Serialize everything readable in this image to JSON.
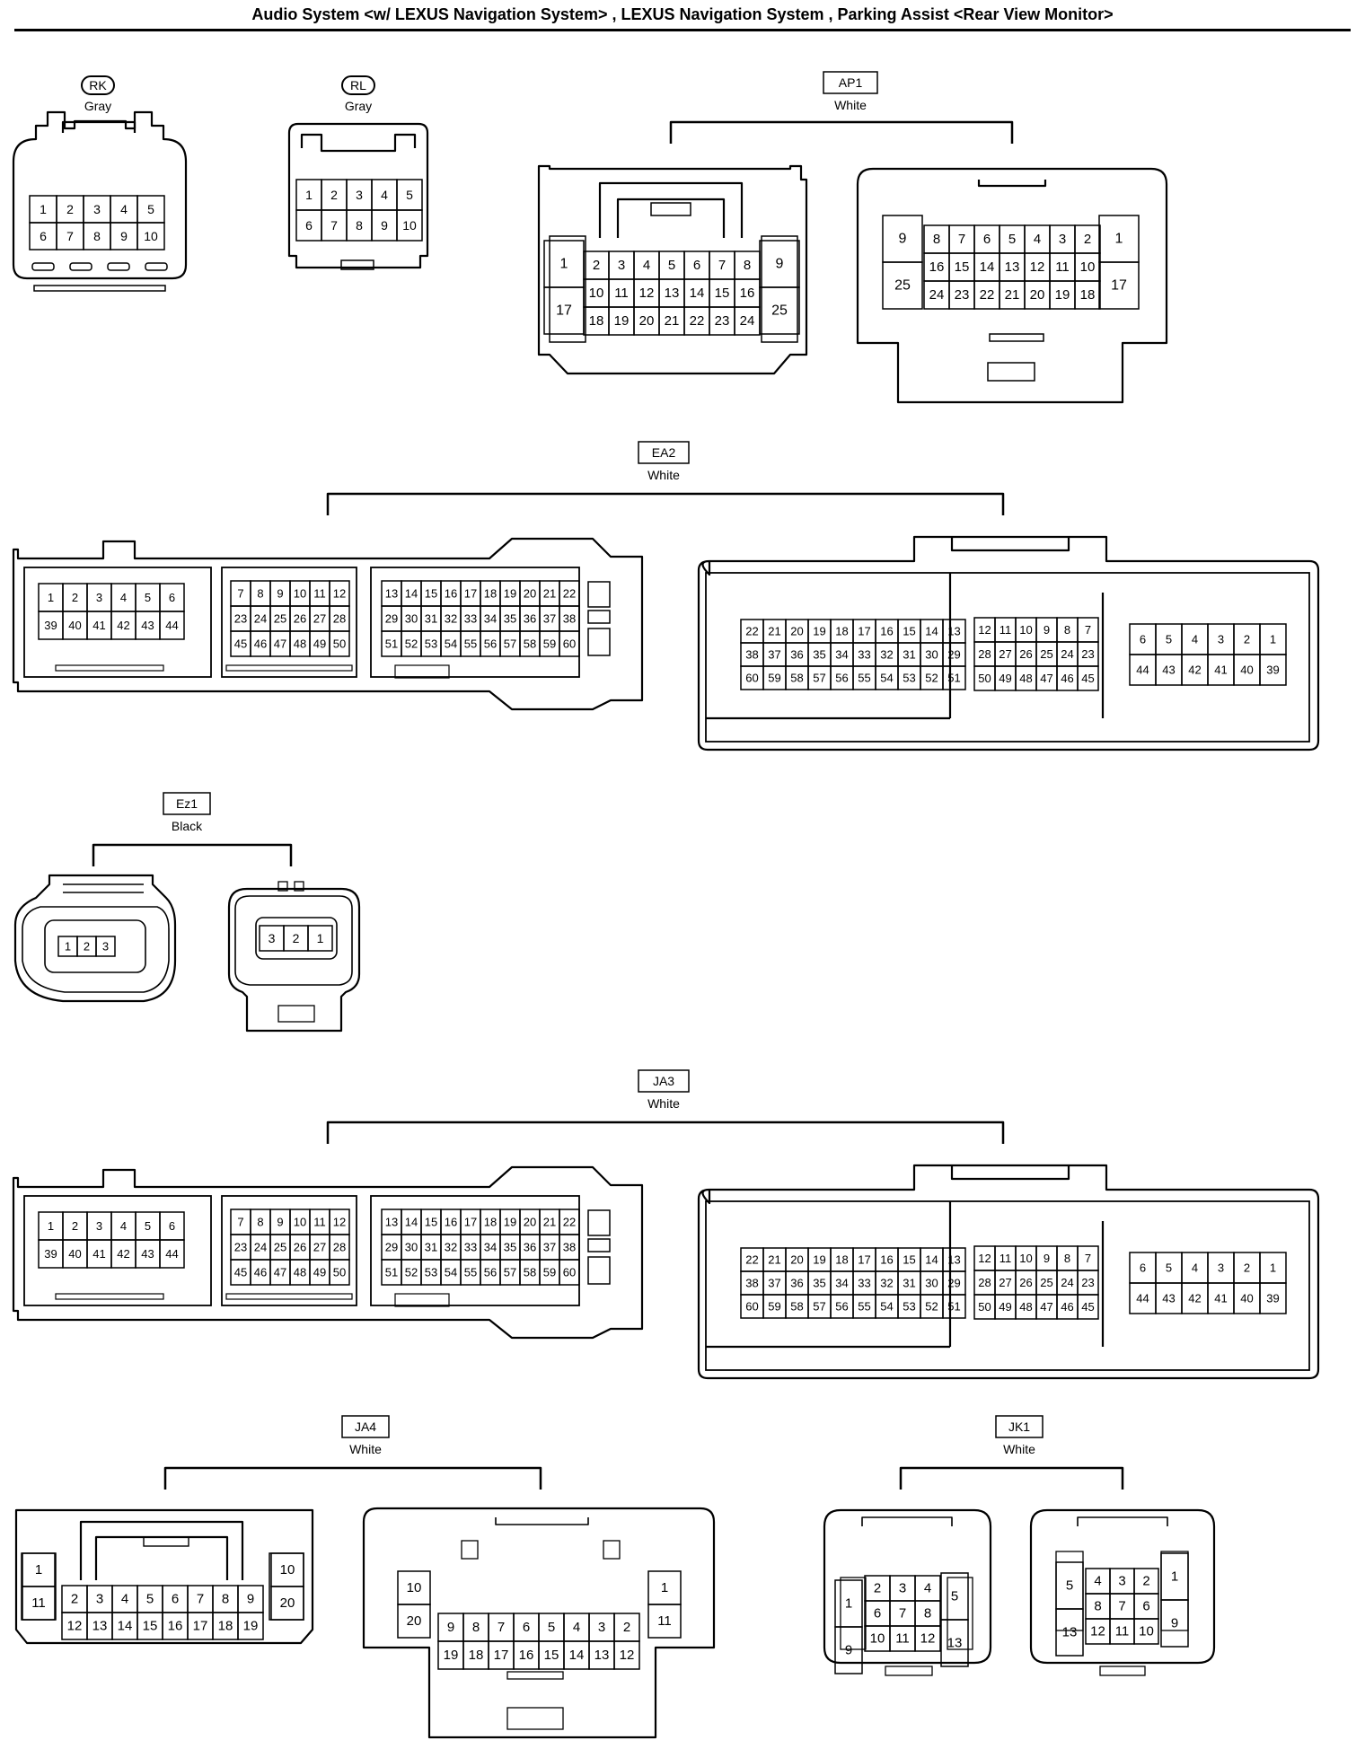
{
  "page": {
    "title": "Audio System <w/ LEXUS Navigation System> , LEXUS Navigation System , Parking Assist <Rear View Monitor>"
  },
  "connectors": [
    {
      "code": "RK",
      "color": "Gray"
    },
    {
      "code": "RL",
      "color": "Gray"
    },
    {
      "code": "AP1",
      "color": "White"
    },
    {
      "code": "EA2",
      "color": "White"
    },
    {
      "code": "Ez1",
      "color": "Black"
    },
    {
      "code": "JA3",
      "color": "White"
    },
    {
      "code": "JA4",
      "color": "White"
    },
    {
      "code": "JK1",
      "color": "White"
    }
  ],
  "pins": {
    "rk": [
      [
        "1",
        "2",
        "3",
        "4",
        "5"
      ],
      [
        "6",
        "7",
        "8",
        "9",
        "10"
      ]
    ],
    "rl": [
      [
        "1",
        "2",
        "3",
        "4",
        "5"
      ],
      [
        "6",
        "7",
        "8",
        "9",
        "10"
      ]
    ],
    "ap1_left": {
      "grid": [
        [
          "2",
          "3",
          "4",
          "5",
          "6",
          "7",
          "8"
        ],
        [
          "10",
          "11",
          "12",
          "13",
          "14",
          "15",
          "16"
        ],
        [
          "18",
          "19",
          "20",
          "21",
          "22",
          "23",
          "24"
        ]
      ],
      "side_left": [
        "1",
        "17"
      ],
      "side_right": [
        "9",
        "25"
      ]
    },
    "ap1_right": {
      "grid": [
        [
          "8",
          "7",
          "6",
          "5",
          "4",
          "3",
          "2"
        ],
        [
          "16",
          "15",
          "14",
          "13",
          "12",
          "11",
          "10"
        ],
        [
          "24",
          "23",
          "22",
          "21",
          "20",
          "19",
          "18"
        ]
      ],
      "side_left": [
        "9",
        "25"
      ],
      "side_right": [
        "1",
        "17"
      ]
    },
    "big_left": {
      "a": [
        [
          "1",
          "2",
          "3",
          "4",
          "5",
          "6"
        ],
        [
          "39",
          "40",
          "41",
          "42",
          "43",
          "44"
        ]
      ],
      "b": [
        [
          "7",
          "8",
          "9",
          "10",
          "11",
          "12"
        ],
        [
          "23",
          "24",
          "25",
          "26",
          "27",
          "28"
        ],
        [
          "45",
          "46",
          "47",
          "48",
          "49",
          "50"
        ]
      ],
      "c": [
        [
          "13",
          "14",
          "15",
          "16",
          "17",
          "18",
          "19",
          "20",
          "21",
          "22"
        ],
        [
          "29",
          "30",
          "31",
          "32",
          "33",
          "34",
          "35",
          "36",
          "37",
          "38"
        ],
        [
          "51",
          "52",
          "53",
          "54",
          "55",
          "56",
          "57",
          "58",
          "59",
          "60"
        ]
      ]
    },
    "big_right": {
      "a": [
        [
          "22",
          "21",
          "20",
          "19",
          "18",
          "17",
          "16",
          "15",
          "14",
          "13"
        ],
        [
          "38",
          "37",
          "36",
          "35",
          "34",
          "33",
          "32",
          "31",
          "30",
          "29"
        ],
        [
          "60",
          "59",
          "58",
          "57",
          "56",
          "55",
          "54",
          "53",
          "52",
          "51"
        ]
      ],
      "b": [
        [
          "12",
          "11",
          "10",
          "9",
          "8",
          "7"
        ],
        [
          "28",
          "27",
          "26",
          "25",
          "24",
          "23"
        ],
        [
          "50",
          "49",
          "48",
          "47",
          "46",
          "45"
        ]
      ],
      "c": [
        [
          "6",
          "5",
          "4",
          "3",
          "2",
          "1"
        ],
        [
          "44",
          "43",
          "42",
          "41",
          "40",
          "39"
        ]
      ]
    },
    "ez1_left": [
      "1",
      "2",
      "3"
    ],
    "ez1_right": [
      "3",
      "2",
      "1"
    ],
    "ja4_left": {
      "grid": [
        [
          "2",
          "3",
          "4",
          "5",
          "6",
          "7",
          "8",
          "9"
        ],
        [
          "12",
          "13",
          "14",
          "15",
          "16",
          "17",
          "18",
          "19"
        ]
      ],
      "side_left": [
        "1",
        "11"
      ],
      "side_right": [
        "10",
        "20"
      ]
    },
    "ja4_right": {
      "grid": [
        [
          "9",
          "8",
          "7",
          "6",
          "5",
          "4",
          "3",
          "2"
        ],
        [
          "19",
          "18",
          "17",
          "16",
          "15",
          "14",
          "13",
          "12"
        ]
      ],
      "side_left": [
        "10",
        "20"
      ],
      "side_right": [
        "1",
        "11"
      ]
    },
    "jk1_left": {
      "grid": [
        [
          "2",
          "3",
          "4"
        ],
        [
          "6",
          "7",
          "8"
        ],
        [
          "10",
          "11",
          "12"
        ]
      ],
      "side_left": [
        "1",
        "9"
      ],
      "side_right": [
        "5",
        "13"
      ]
    },
    "jk1_right": {
      "grid": [
        [
          "4",
          "3",
          "2"
        ],
        [
          "8",
          "7",
          "6"
        ],
        [
          "12",
          "11",
          "10"
        ]
      ],
      "side_left": [
        "5",
        "13"
      ],
      "side_right": [
        "1",
        "9"
      ]
    }
  }
}
